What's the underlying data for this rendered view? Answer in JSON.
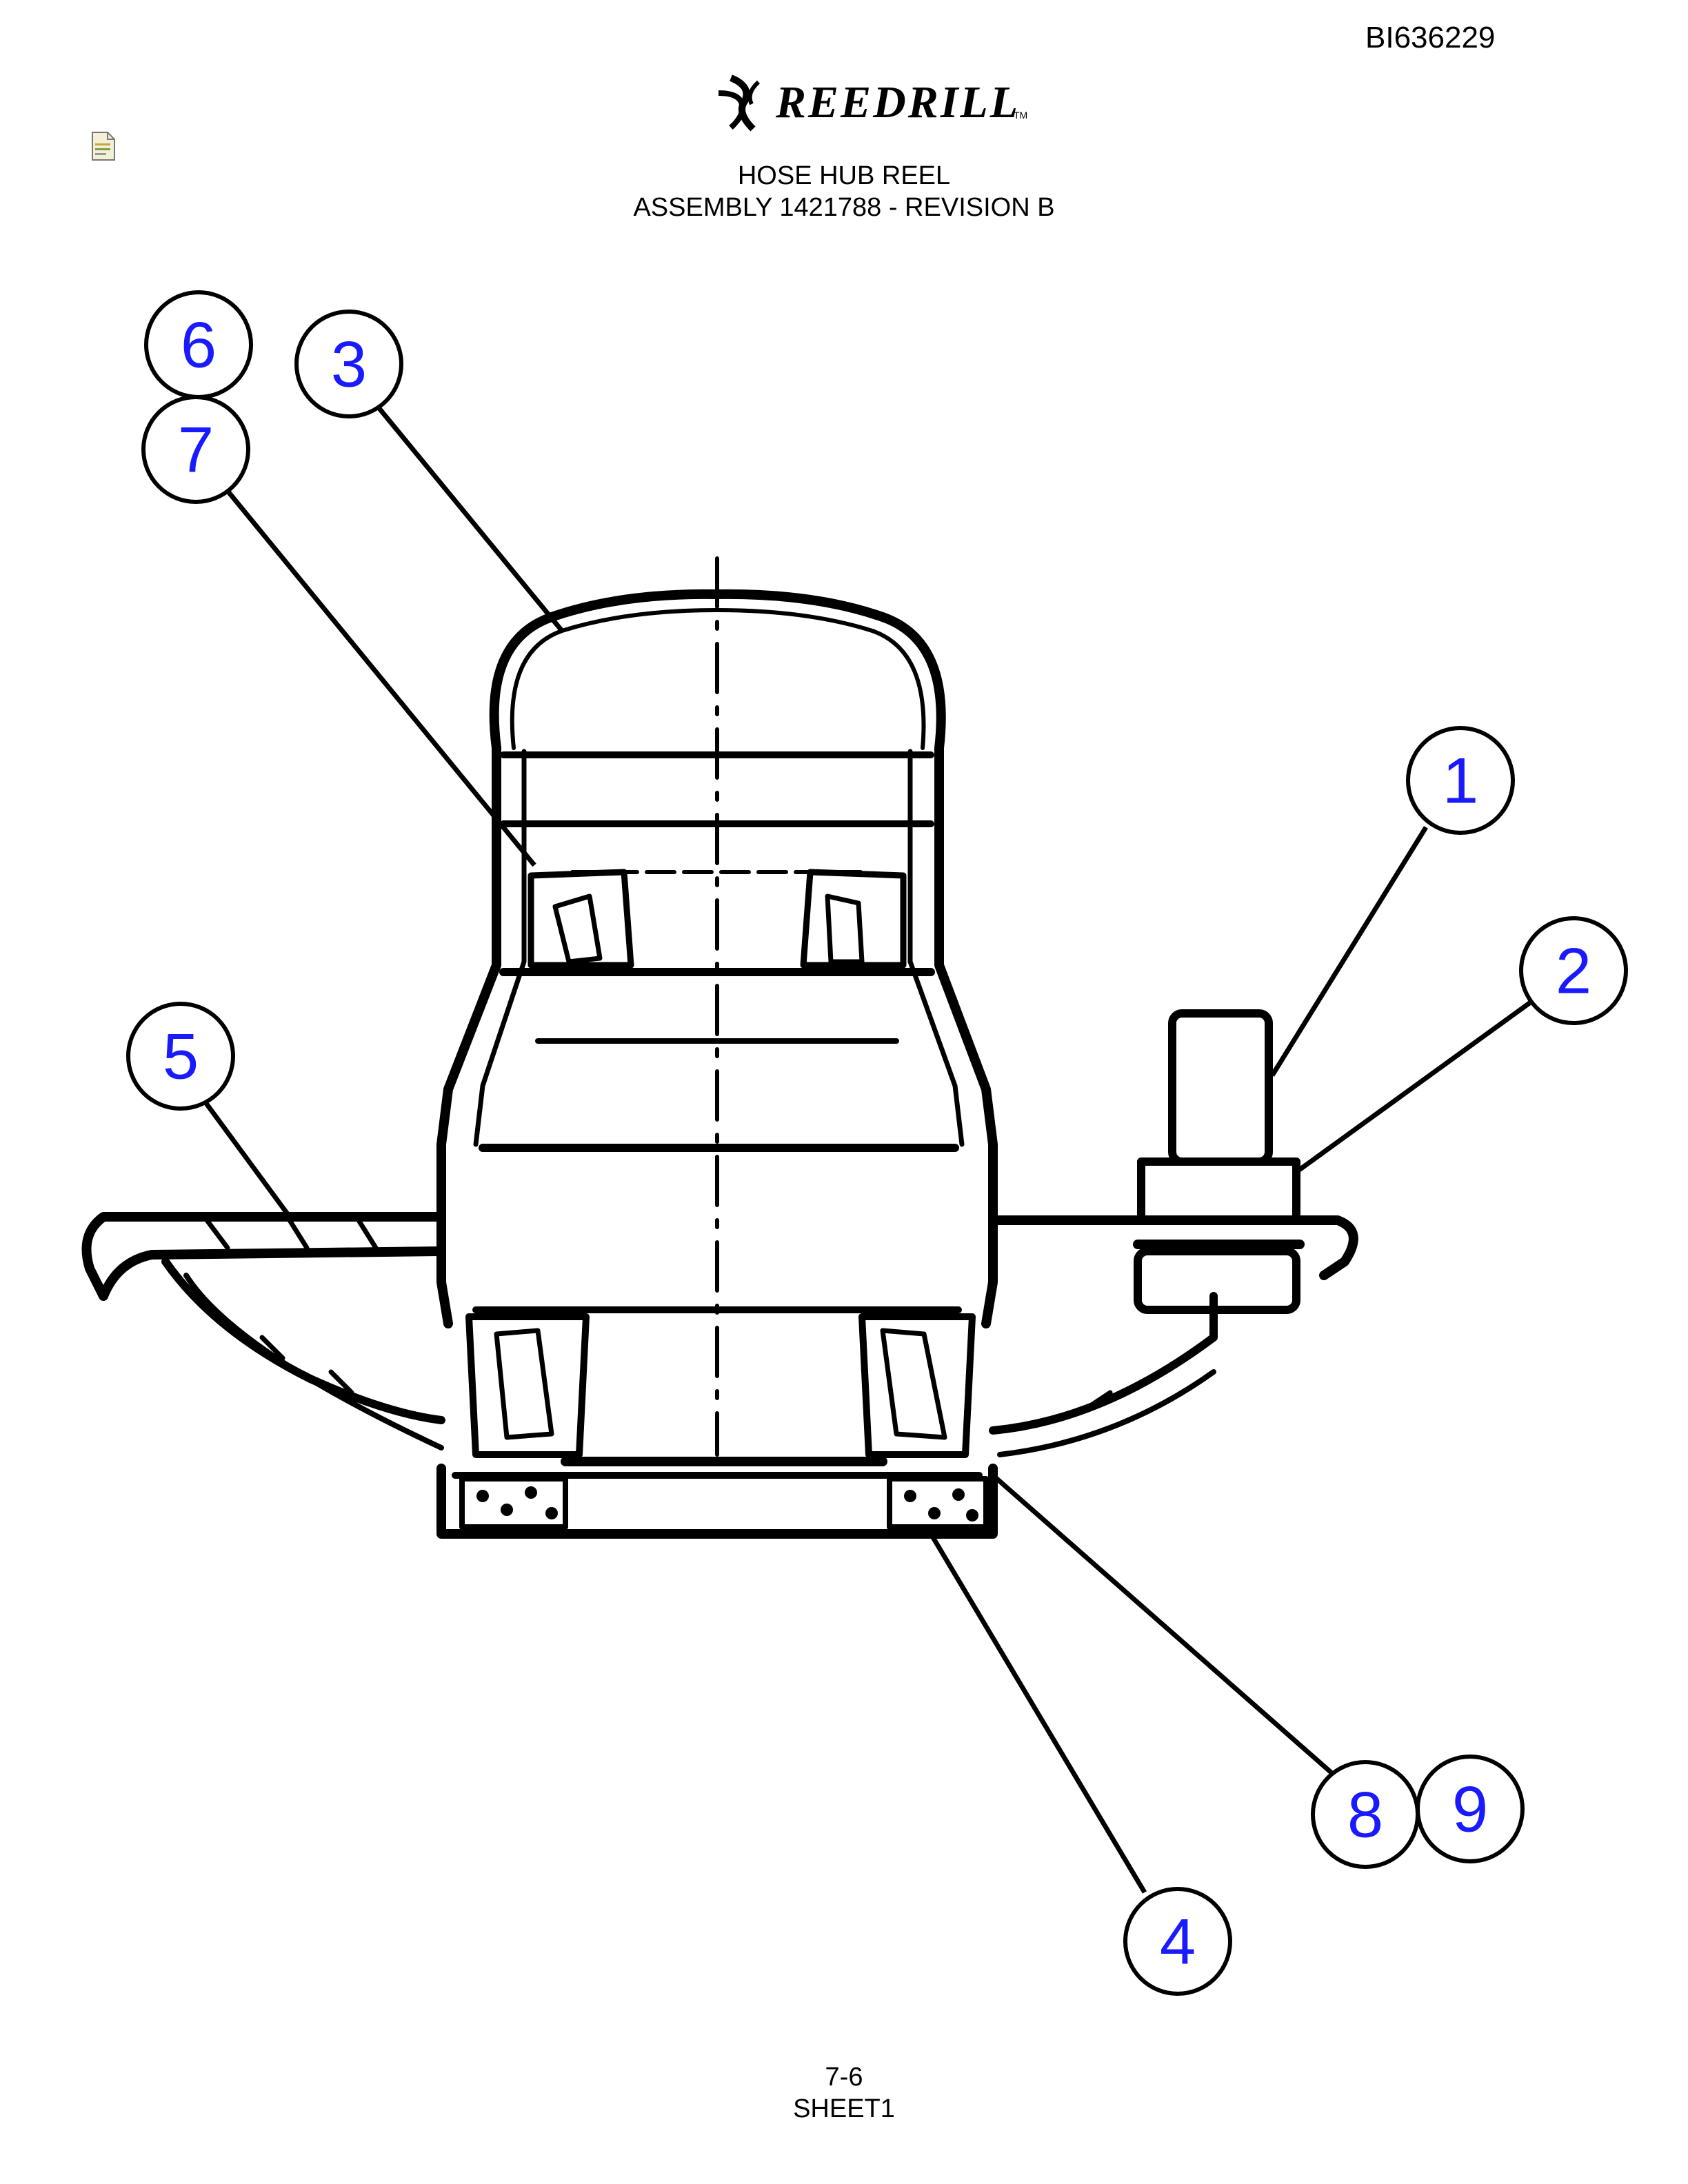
{
  "document_id": "BI636229",
  "brand": {
    "name": "REEDRILL",
    "trademark": "TM"
  },
  "title": {
    "line1": "HOSE HUB REEL",
    "line2": "ASSEMBLY 1421788 - REVISION B"
  },
  "footer": {
    "page": "7-6",
    "sheet": "SHEET1"
  },
  "callouts": [
    {
      "label": "1"
    },
    {
      "label": "2"
    },
    {
      "label": "3"
    },
    {
      "label": "4"
    },
    {
      "label": "5"
    },
    {
      "label": "6"
    },
    {
      "label": "7"
    },
    {
      "label": "8"
    },
    {
      "label": "9"
    }
  ],
  "colors": {
    "callout_text": "#1a1aff",
    "line": "#000000"
  },
  "icons": {
    "file": "document-icon",
    "logo": "reedrill-swirl-icon"
  }
}
